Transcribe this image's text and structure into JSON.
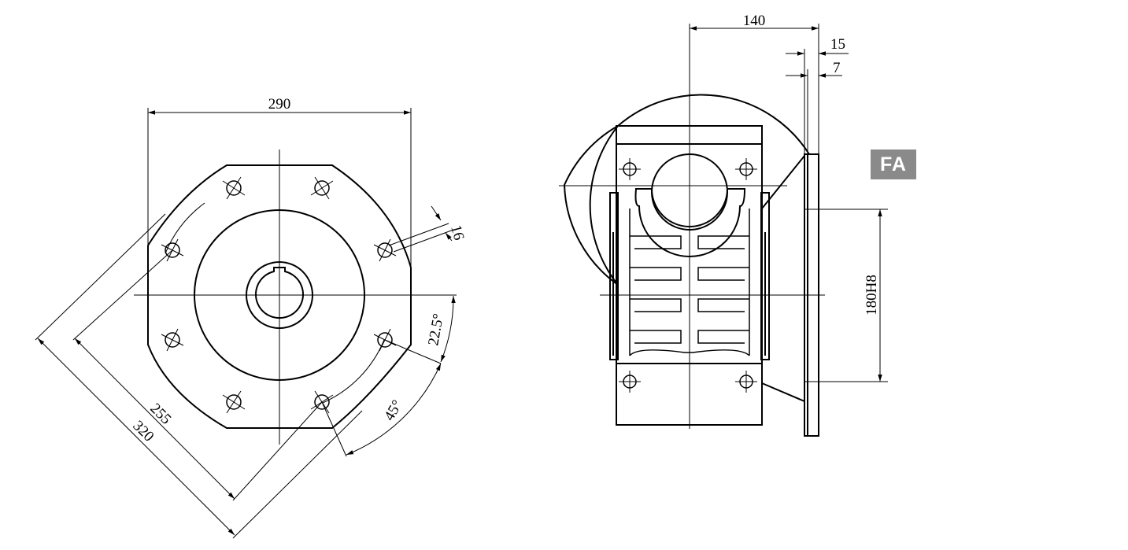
{
  "front_view": {
    "dim_width": "290",
    "dim_hole": "16",
    "dim_angle_small": "22.5°",
    "dim_angle_large": "45°",
    "dim_pcd": "255",
    "dim_outer": "320"
  },
  "side_view": {
    "dim_length": "140",
    "dim_flange": "15",
    "dim_spigot": "7",
    "dim_pilot": "180H8"
  },
  "badge": {
    "text": "FA",
    "color": "#8a8a8a"
  }
}
